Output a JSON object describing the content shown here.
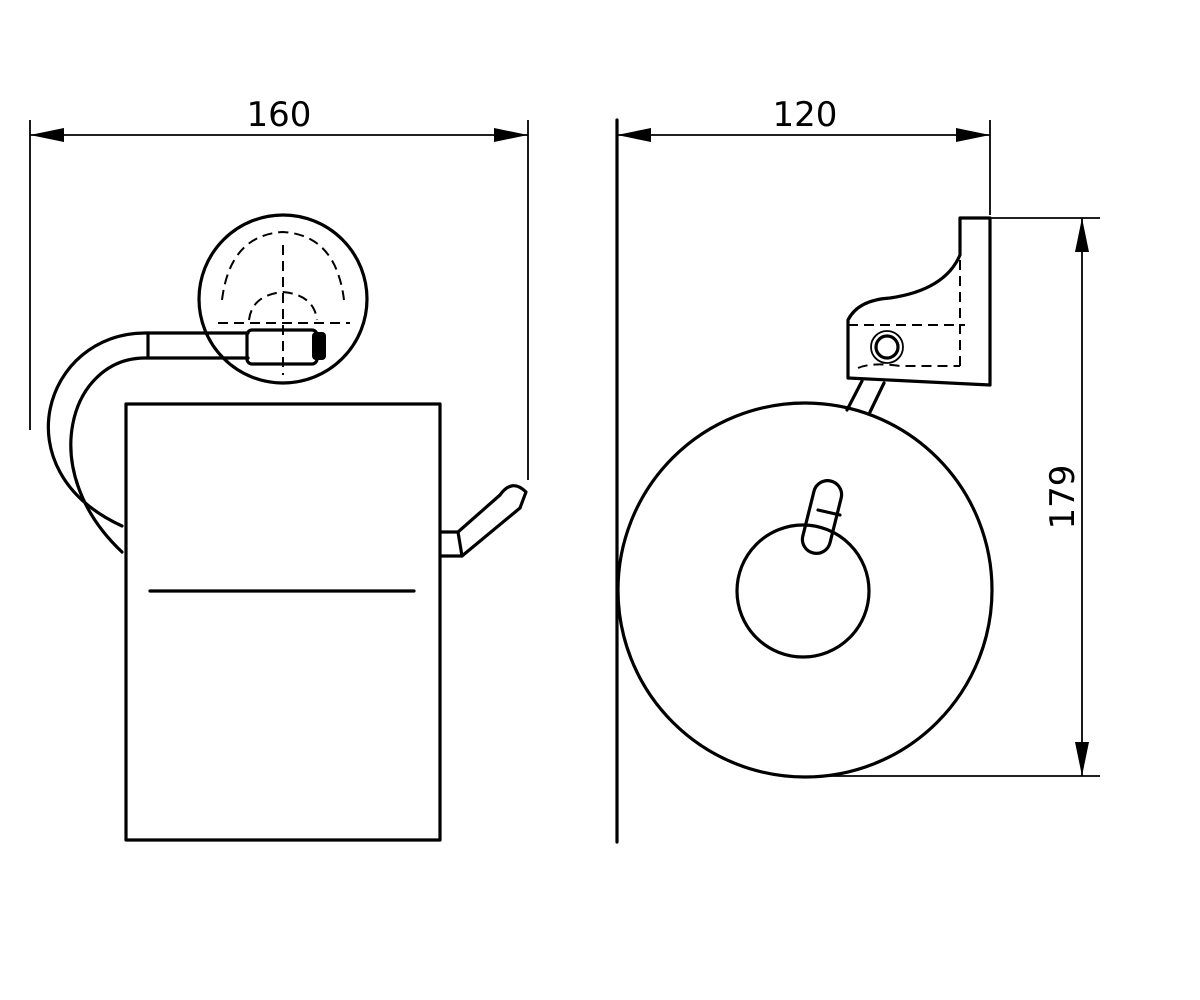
{
  "dimensions": {
    "width_front": "160",
    "depth_side": "120",
    "height_side": "179"
  }
}
